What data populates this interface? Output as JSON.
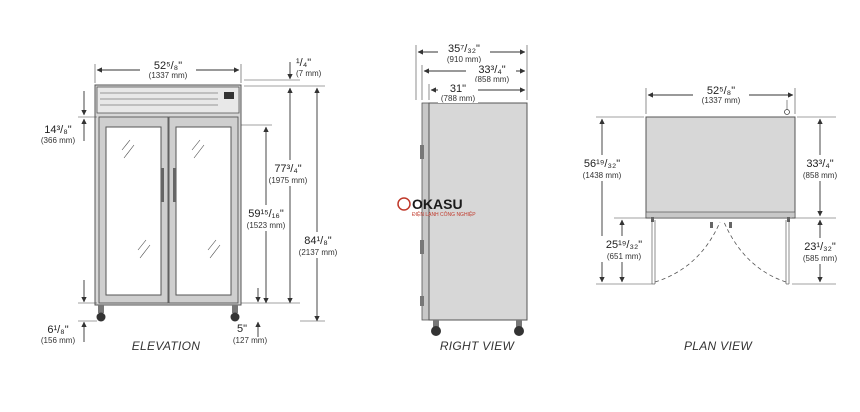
{
  "elevation": {
    "caption": "ELEVATION",
    "width": {
      "in": "52⁵/₈\"",
      "mm": "(1337 mm)"
    },
    "top_gap": {
      "in": "¹/₄\"",
      "mm": "(7 mm)"
    },
    "top_offset": {
      "in": "14³/₈\"",
      "mm": "(366 mm)"
    },
    "door_height": {
      "in": "77³/₄\"",
      "mm": "(1975 mm)"
    },
    "glass_height": {
      "in": "59¹⁵/₁₆\"",
      "mm": "(1523 mm)"
    },
    "total_height": {
      "in": "84¹/₈\"",
      "mm": "(2137 mm)"
    },
    "leg_height": {
      "in": "6¹/₈\"",
      "mm": "(156 mm)"
    },
    "caster": {
      "in": "5\"",
      "mm": "(127 mm)"
    }
  },
  "right_view": {
    "caption": "RIGHT VIEW",
    "overall": {
      "in": "35⁷/₃₂\"",
      "mm": "(910 mm)"
    },
    "cabinet": {
      "in": "33³/₄\"",
      "mm": "(858 mm)"
    },
    "body": {
      "in": "31\"",
      "mm": "(788 mm)"
    }
  },
  "plan_view": {
    "caption": "PLAN VIEW",
    "width": {
      "in": "52⁵/₈\"",
      "mm": "(1337 mm)"
    },
    "swing_depth": {
      "in": "56¹⁹/₃₂\"",
      "mm": "(1438 mm)"
    },
    "depth": {
      "in": "33³/₄\"",
      "mm": "(858 mm)"
    },
    "door_swing_left": {
      "in": "25¹⁹/₃₂\"",
      "mm": "(651 mm)"
    },
    "door_swing_right": {
      "in": "23¹/₃₂\"",
      "mm": "(585 mm)"
    }
  },
  "watermark": {
    "name": "OKASU",
    "sub": "ĐIỆN LẠNH CÔNG NGHIỆP"
  }
}
